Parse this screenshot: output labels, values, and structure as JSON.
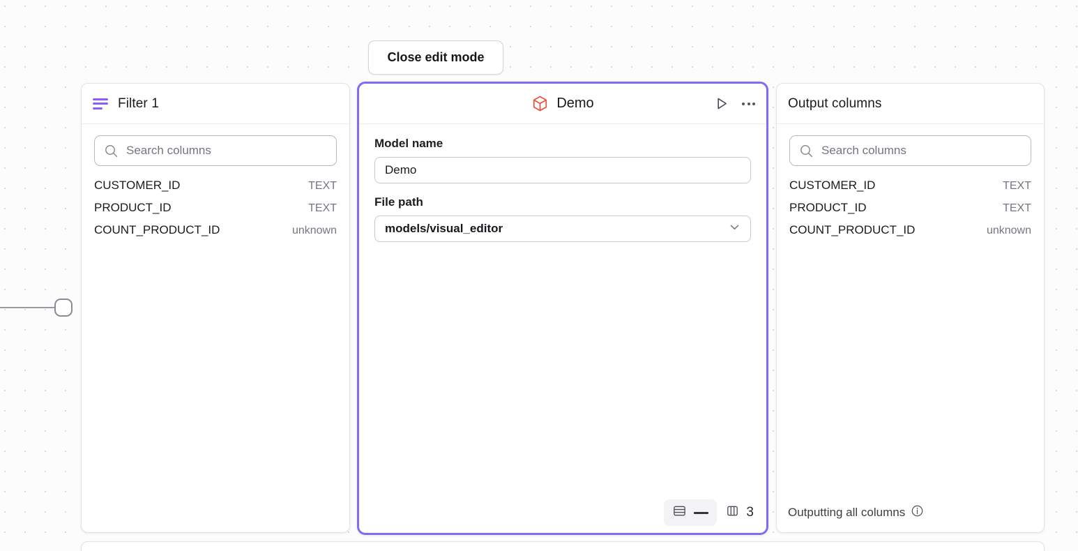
{
  "canvas": {
    "grid": "dot-grid",
    "background_color": "#fcfcfd",
    "dot_color": "#d9d9de"
  },
  "toolbar": {
    "close_edit_mode_label": "Close edit mode"
  },
  "filter_panel": {
    "title": "Filter 1",
    "icon": "filter-icon",
    "icon_color": "#8b5cf6",
    "search": {
      "icon": "search-icon",
      "placeholder": "Search columns",
      "value": ""
    },
    "columns": [
      {
        "name": "CUSTOMER_ID",
        "type": "TEXT"
      },
      {
        "name": "PRODUCT_ID",
        "type": "TEXT"
      },
      {
        "name": "COUNT_PRODUCT_ID",
        "type": "unknown"
      }
    ]
  },
  "demo_panel": {
    "title": "Demo",
    "icon": "cube-icon",
    "icon_color": "#e8543b",
    "selected_border_color": "#7c6cf7",
    "actions": {
      "run": "play-icon",
      "more": "more-options-icon"
    },
    "fields": {
      "model_name_label": "Model name",
      "model_name_value": "Demo",
      "file_path_label": "File path",
      "file_path_value": "models/visual_editor",
      "file_path_chevron": "chevron-down-icon"
    },
    "footer": {
      "rows_icon": "rows-icon",
      "rows_value": "—",
      "columns_icon": "columns-icon",
      "columns_count": "3"
    }
  },
  "output_panel": {
    "title": "Output columns",
    "search": {
      "icon": "search-icon",
      "placeholder": "Search columns",
      "value": ""
    },
    "columns": [
      {
        "name": "CUSTOMER_ID",
        "type": "TEXT"
      },
      {
        "name": "PRODUCT_ID",
        "type": "TEXT"
      },
      {
        "name": "COUNT_PRODUCT_ID",
        "type": "unknown"
      }
    ],
    "footer": {
      "text": "Outputting all columns",
      "info_icon": "info-icon"
    }
  }
}
